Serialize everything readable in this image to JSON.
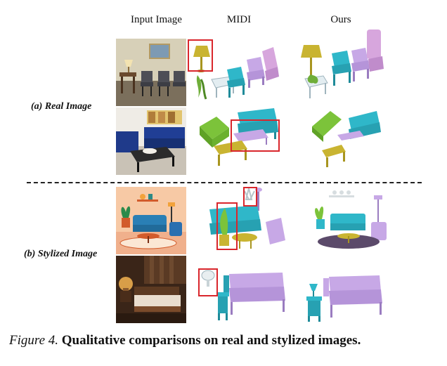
{
  "columns": {
    "input": "Input Image",
    "midi": "MIDI",
    "ours": "Ours"
  },
  "rows": {
    "real": "(a) Real Image",
    "stylized": "(b) Stylized Image"
  },
  "caption": {
    "figure_label": "Figure 4.",
    "text": "Qualitative comparisons on real and stylized images."
  },
  "colors": {
    "lamp": "#c9b431",
    "teal": "#2fb7c9",
    "lavender": "#c7a8e6",
    "green": "#7cc33a",
    "red_box": "#d9262c"
  }
}
